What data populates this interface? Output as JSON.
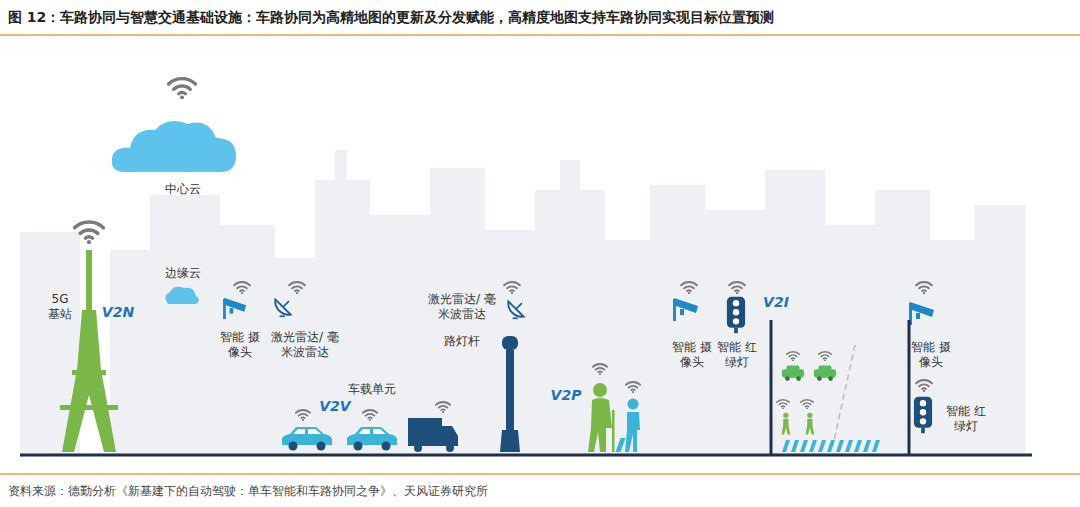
{
  "diagram": {
    "title": "图 12：车路协同与智慧交通基础设施：车路协同为高精地图的更新及分发赋能，高精度地图支持车路协同实现目标位置预测",
    "caption": "资料来源：德勤分析《新基建下的自动驾驶：单车智能和车路协同之争》、天风证券研究所",
    "labels": [
      "中心云",
      "边缘云",
      "5G 基站",
      "V2N",
      "智能 摄像头",
      "激光雷达/ 毫米波雷达",
      "车载单元",
      "V2V",
      "激光雷达/ 毫米波雷达",
      "路灯杆",
      "V2P",
      "智能 摄像头",
      "智能 红绿灯",
      "V2I",
      "智能 摄像头",
      "智能 红绿灯"
    ]
  }
}
